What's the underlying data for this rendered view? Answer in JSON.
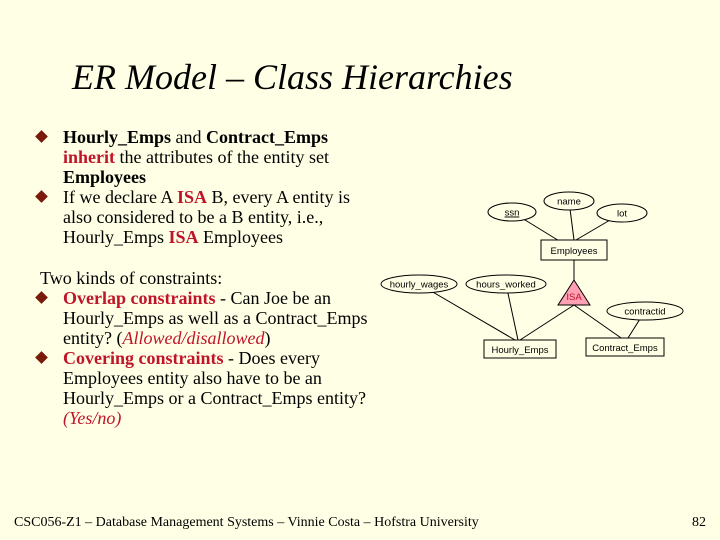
{
  "title": "ER Model – Class Hierarchies",
  "bullets1": [
    {
      "p1": "Hourly_Emps",
      "p2": " and ",
      "p3": "Contract_Emps",
      "p4": "inherit",
      "p5": " the attributes of the entity set ",
      "p6": "Employees"
    },
    {
      "p1": "If we declare A ",
      "p2": "ISA",
      "p3": " B, every A entity is also considered to be a B entity, i.e., Hourly_Emps ",
      "p4": "ISA",
      "p5": " Employees"
    }
  ],
  "constraints": {
    "intro": "Two kinds of constraints:",
    "overlap": {
      "name": "Overlap constraints",
      "text": " - Can Joe be an Hourly_Emps as well as a Contract_Emps entity? (",
      "options": "Allowed/disallowed",
      "close": ")"
    },
    "covering": {
      "name": "Covering constraints",
      "text": " - Does every Employees entity also have to be an Hourly_Emps or a Contract_Emps entity? ",
      "options": "(Yes/no)"
    }
  },
  "diagram": {
    "employees": "Employees",
    "name": "name",
    "ssn": "ssn",
    "lot": "lot",
    "isa": "ISA",
    "hourly_wages": "hourly_wages",
    "hours_worked": "hours_worked",
    "contractid": "contractid",
    "hourly_emps": "Hourly_Emps",
    "contract_emps": "Contract_Emps"
  },
  "footer": "CSC056-Z1 – Database Management Systems – Vinnie Costa – Hofstra University",
  "page_number": "82",
  "colors": {
    "background": "#ffffe6",
    "accent": "#c0142a",
    "isa_fill": "#ffa0b4"
  }
}
